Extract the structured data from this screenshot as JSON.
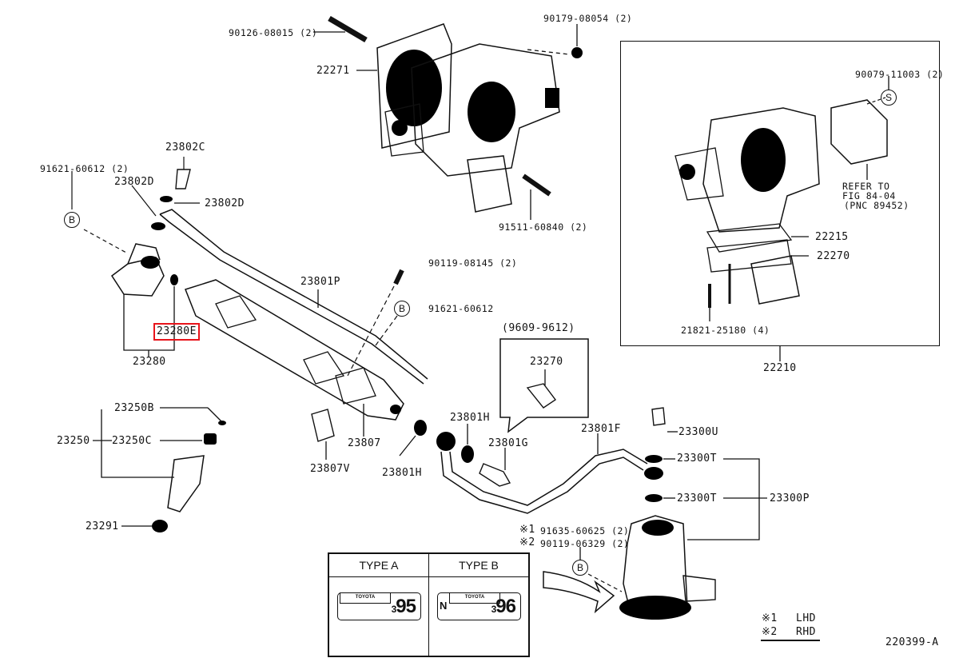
{
  "diagram": {
    "figure_id": "220399-A",
    "highlighted_part": "23280E",
    "highlight_color": "#e8141b",
    "part_labels": {
      "p90126": "90126-08015 (2)",
      "p22271": "22271",
      "p90179": "90179-08054 (2)",
      "p91511": "91511-60840 (2)",
      "p23802C": "23802C",
      "p91621_2": "91621-60612 (2)",
      "p23802D_a": "23802D",
      "p23802D_b": "23802D",
      "p23280E": "23280E",
      "p23280": "23280",
      "p23801P": "23801P",
      "p90119_08145": "90119-08145 (2)",
      "p91621": "91621-60612",
      "p23250B": "23250B",
      "p23250": "23250",
      "p23250C": "23250C",
      "p23291": "23291",
      "p23807": "23807",
      "p23807V": "23807V",
      "p23801H_a": "23801H",
      "p23801H_b": "23801H",
      "p23801G": "23801G",
      "p23801F": "23801F",
      "p23270": "23270",
      "date_range": "(9609-9612)",
      "p23300U": "23300U",
      "p23300T_a": "23300T",
      "p23300T_b": "23300T",
      "p23300P": "23300P",
      "note1_part": "91635-60625 (2)",
      "note2_part": "90119-06329 (2)",
      "p90079": "90079-11003 (2)",
      "refer_line1": "REFER TO",
      "refer_line2": "FIG 84-04",
      "refer_line3": "(PNC 89452)",
      "p22215": "22215",
      "p22270": "22270",
      "p21821": "21821-25180 (4)",
      "p22210": "22210"
    },
    "symbols": {
      "bolt_marker": "B",
      "screw_marker": "S",
      "note1": "※1",
      "note2": "※2"
    },
    "type_table": {
      "type_a": {
        "header": "TYPE A",
        "brand": "TOYOTA",
        "prefix": "3",
        "number": "95"
      },
      "type_b": {
        "header": "TYPE B",
        "brand": "TOYOTA",
        "prefix": "3",
        "number": "96",
        "letter": "N"
      }
    },
    "legend": [
      {
        "mark": "※1",
        "meaning": "LHD"
      },
      {
        "mark": "※2",
        "meaning": "RHD"
      }
    ]
  }
}
